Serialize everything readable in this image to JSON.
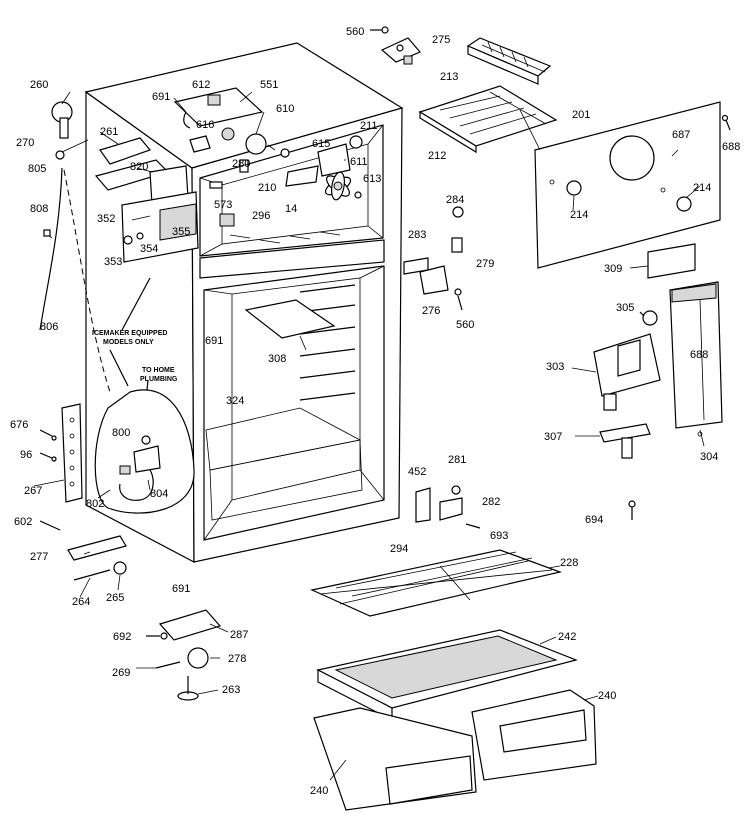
{
  "notes": {
    "icemaker": [
      "ICEMAKER EQUIPPED",
      "MODELS ONLY"
    ],
    "plumbing": [
      "TO HOME",
      "PLUMBING"
    ]
  },
  "labels": {
    "l560a": "560",
    "l275": "275",
    "l213": "213",
    "l212": "212",
    "l201": "201",
    "l260": "260",
    "l270": "270",
    "l805": "805",
    "l808": "808",
    "l806": "806",
    "l261": "261",
    "l820": "820",
    "l352": "352",
    "l353": "353",
    "l354": "354",
    "l355": "355",
    "l612": "612",
    "l551": "551",
    "l691a": "691",
    "l616": "616",
    "l610": "610",
    "l615": "615",
    "l211": "211",
    "l611": "611",
    "l613": "613",
    "l280": "280",
    "l210": "210",
    "l573": "573",
    "l296": "296",
    "l14": "14",
    "l284": "284",
    "l283": "283",
    "l279": "279",
    "l276": "276",
    "l560b": "560",
    "l687": "687",
    "l688a": "688",
    "l214a": "214",
    "l214b": "214",
    "l309": "309",
    "l305": "305",
    "l303": "303",
    "l688b": "688",
    "l307": "307",
    "l304": "304",
    "l691b": "691",
    "l308": "308",
    "l324": "324",
    "l676": "676",
    "l96": "96",
    "l267": "267",
    "l800": "800",
    "l804": "804",
    "l802": "802",
    "l602": "602",
    "l277": "277",
    "l691c": "691",
    "l264": "264",
    "l265": "265",
    "l452": "452",
    "l281": "281",
    "l282": "282",
    "l693": "693",
    "l294": "294",
    "l694": "694",
    "l228": "228",
    "l242": "242",
    "l240a": "240",
    "l240b": "240",
    "l692": "692",
    "l287": "287",
    "l269": "269",
    "l278": "278",
    "l263": "263"
  }
}
